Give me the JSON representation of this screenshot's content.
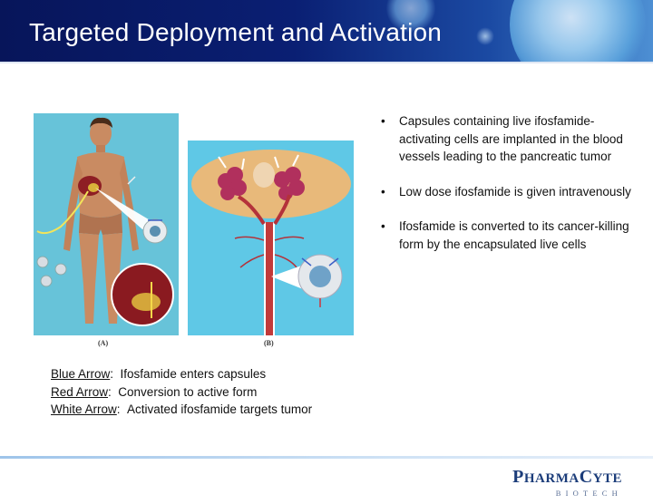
{
  "header": {
    "title": "Targeted Deployment and Activation"
  },
  "figure": {
    "caption_a": "(A)",
    "caption_b": "(B)"
  },
  "bullets": [
    {
      "text": "Capsules containing live ifosfamide-activating cells are implanted in the blood vessels leading to the pancreatic tumor"
    },
    {
      "text": "Low dose ifosfamide is given intravenously"
    },
    {
      "text": "Ifosfamide is converted to its cancer-killing form by the encapsulated live cells"
    }
  ],
  "bullet_symbol": "•",
  "legend": [
    {
      "key": "Blue Arrow",
      "desc": "Ifosfamide enters capsules"
    },
    {
      "key": "Red Arrow",
      "desc": "Conversion to active form"
    },
    {
      "key": "White Arrow",
      "desc": "Activated ifosfamide targets tumor"
    }
  ],
  "logo": {
    "line1_big_p": "P",
    "line1_rest": "HARMA",
    "line1_big_c": "C",
    "line1_end": "YTE",
    "line2": "BIOTECH"
  },
  "colors": {
    "header_dark": "#07155a",
    "header_light": "#4d8fd3",
    "panel_a_bg": "#67c3d9",
    "panel_b_bg": "#5fc8e6",
    "logo_blue": "#1c3d7a"
  }
}
